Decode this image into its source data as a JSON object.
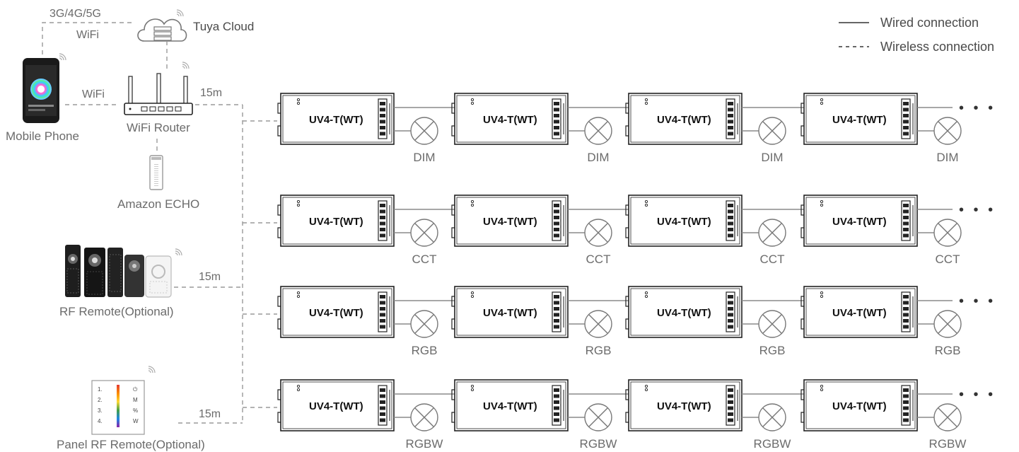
{
  "legend": {
    "wired": "Wired connection",
    "wireless": "Wireless connection"
  },
  "cloud": {
    "label": "Tuya Cloud",
    "network": "3G/4G/5G",
    "wifi_link": "WiFi"
  },
  "phone": {
    "label": "Mobile Phone",
    "wifi_link": "WiFi"
  },
  "router": {
    "label": "WiFi Router",
    "distance": "15m"
  },
  "echo": {
    "label": "Amazon ECHO"
  },
  "rf_remote": {
    "label": "RF Remote(Optional)",
    "distance": "15m"
  },
  "panel_remote": {
    "label": "Panel RF Remote(Optional)",
    "distance": "15m",
    "keys_left": [
      "1.",
      "2.",
      "3.",
      "4."
    ],
    "keys_right": [
      "⏻",
      "M",
      "%",
      "W"
    ]
  },
  "controller_label": "UV4-T(WT)",
  "continuation": "• • •",
  "rows": [
    {
      "load": "DIM"
    },
    {
      "load": "CCT"
    },
    {
      "load": "RGB"
    },
    {
      "load": "RGBW"
    }
  ],
  "colors": {
    "line": "#8a8a8a",
    "text": "#6b6b6b",
    "controller_border": "#222222",
    "phone_body": "#1a1a1a"
  },
  "icons": {
    "cloud": "cloud-server-icon",
    "router": "router-icon",
    "phone": "smartphone-icon",
    "echo": "smart-speaker-icon",
    "remote": "rf-remote-icon",
    "panel": "wall-panel-icon",
    "lamp": "lamp-icon",
    "signal": "signal-icon"
  }
}
